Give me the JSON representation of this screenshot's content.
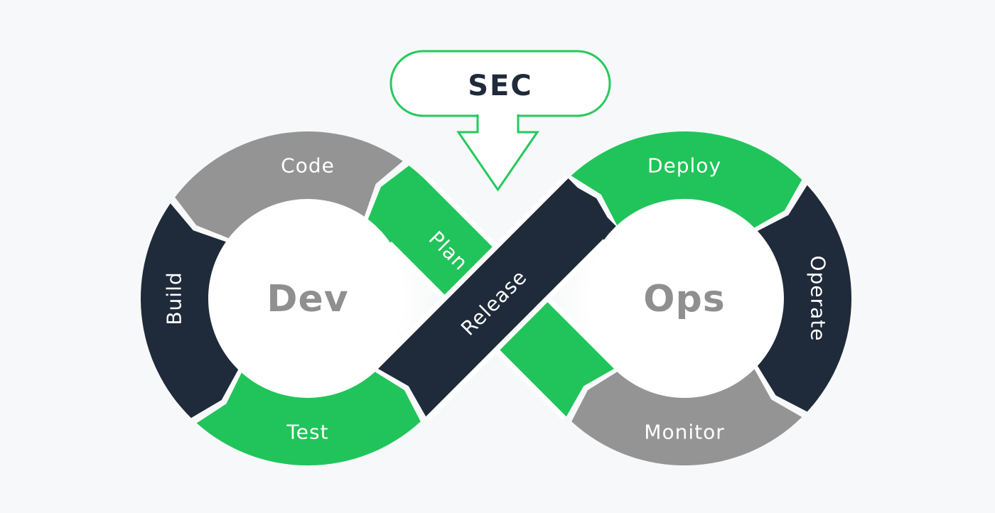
{
  "diagram": {
    "background_color": "#f7f8f9",
    "segment_label_color": "#ffffff",
    "sec_callout": {
      "label": "SEC",
      "border_color": "#24c95d",
      "fill_color": "#ffffff",
      "text_color": "#1f2a3a"
    },
    "left_loop": {
      "center_label": "Dev",
      "center_label_color": "#8f8f8f",
      "segments": [
        {
          "id": "code",
          "label": "Code",
          "color": "#949494"
        },
        {
          "id": "build",
          "label": "Build",
          "color": "#1f2a3a"
        },
        {
          "id": "test",
          "label": "Test",
          "color": "#21c45a"
        },
        {
          "id": "plan",
          "label": "Plan",
          "color": "#21c45a"
        }
      ]
    },
    "right_loop": {
      "center_label": "Ops",
      "center_label_color": "#8f8f8f",
      "segments": [
        {
          "id": "deploy",
          "label": "Deploy",
          "color": "#21c45a"
        },
        {
          "id": "operate",
          "label": "Operate",
          "color": "#1f2a3a"
        },
        {
          "id": "monitor",
          "label": "Monitor",
          "color": "#949494"
        },
        {
          "id": "release",
          "label": "Release",
          "color": "#1f2a3a"
        }
      ]
    }
  }
}
